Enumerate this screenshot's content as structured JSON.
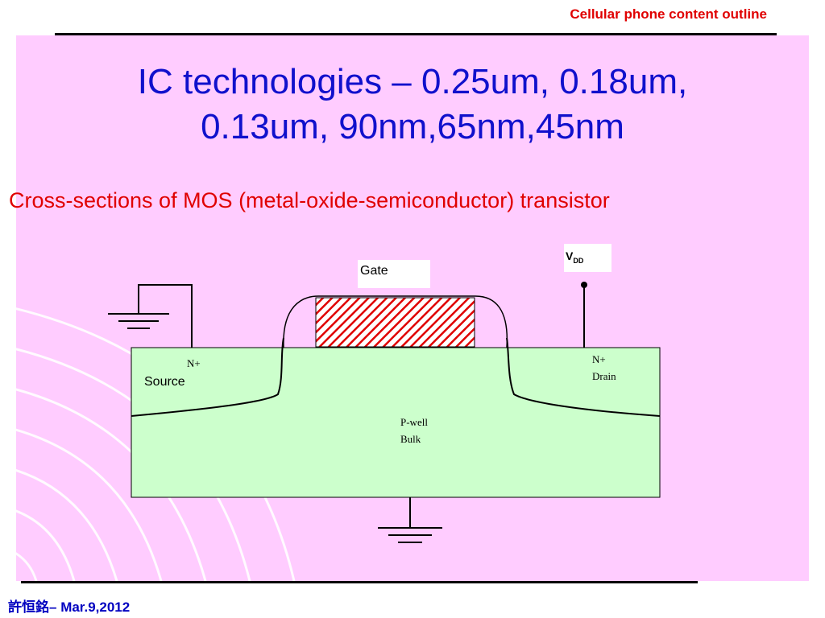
{
  "header": {
    "title": "Cellular phone content outline"
  },
  "slide": {
    "title_line1": "IC technologies –  0.25um, 0.18um,",
    "title_line2": "0.13um, 90nm,65nm,45nm",
    "subtitle": "Cross-sections of MOS (metal-oxide-semiconductor) transistor"
  },
  "diagram": {
    "gate_label": "Gate",
    "vdd_label": "V",
    "vdd_sub": "DD",
    "source_type": "N+",
    "source_label": "Source",
    "drain_type": "N+",
    "drain_label": "Drain",
    "well_label": "P-well",
    "bulk_label": "Bulk",
    "colors": {
      "substrate": "#ccffcc",
      "gate_hatch": "#e00000",
      "background": "#ffccff"
    }
  },
  "footer": {
    "author": "許恒銘",
    "separator": "– ",
    "date": "Mar.9,2012"
  }
}
